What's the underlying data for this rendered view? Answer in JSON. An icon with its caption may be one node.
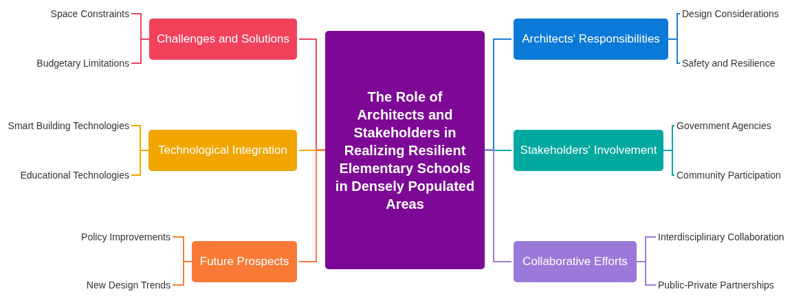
{
  "diagram": {
    "nodes": [
      {
        "text": [
          "The Role of Architects and Stakeholders in Realizing Resilient Elementary Schools in Densely Populated Areas"
        ]
      },
      {
        "text": [
          "Challenges and Solutions"
        ]
      },
      {
        "text": [
          "Space Constraints"
        ]
      },
      {
        "text": [
          "Budgetary Limitations"
        ]
      },
      {
        "text": [
          "Technological Integration"
        ]
      },
      {
        "text": [
          "Smart Building Technologies"
        ]
      },
      {
        "text": [
          "Educational Technologies"
        ]
      },
      {
        "text": [
          "Future Prospects"
        ]
      },
      {
        "text": [
          "Policy Improvements"
        ]
      },
      {
        "text": [
          "New Design Trends"
        ]
      },
      {
        "text": [
          "Architects' Responsibilities"
        ]
      },
      {
        "text": [
          "Design Considerations"
        ]
      },
      {
        "text": [
          "Safety and Resilience"
        ]
      },
      {
        "text": [
          "Stakeholders' Involvement"
        ]
      },
      {
        "text": [
          "Government Agencies"
        ]
      },
      {
        "text": [
          "Community Participation"
        ]
      },
      {
        "text": [
          "Collaborative Efforts"
        ]
      },
      {
        "text": [
          "Interdisciplinary Collaboration"
        ]
      },
      {
        "text": [
          "Public-Private Partnerships"
        ]
      }
    ],
    "edges": [
      {
        "from": 0,
        "to": 1,
        "arrow": "none",
        "color": "#e8435e"
      },
      {
        "from": 0,
        "to": 4,
        "arrow": "none",
        "color": "#f0a500"
      },
      {
        "from": 0,
        "to": 7,
        "arrow": "none",
        "color": "#f77b3a"
      },
      {
        "from": 0,
        "to": 10,
        "arrow": "none",
        "color": "#1a7fd4"
      },
      {
        "from": 0,
        "to": 13,
        "arrow": "none",
        "color": "#0ea7a0"
      },
      {
        "from": 0,
        "to": 16,
        "arrow": "none",
        "color": "#9a7bd6"
      },
      {
        "from": 1,
        "to": 2,
        "arrow": "none",
        "color": "#e8435e"
      },
      {
        "from": 1,
        "to": 3,
        "arrow": "none",
        "color": "#e8435e"
      },
      {
        "from": 4,
        "to": 5,
        "arrow": "none",
        "color": "#f0a500"
      },
      {
        "from": 4,
        "to": 6,
        "arrow": "none",
        "color": "#f0a500"
      },
      {
        "from": 7,
        "to": 8,
        "arrow": "none",
        "color": "#f77b3a"
      },
      {
        "from": 7,
        "to": 9,
        "arrow": "none",
        "color": "#f77b3a"
      },
      {
        "from": 10,
        "to": 11,
        "arrow": "none",
        "color": "#1a7fd4"
      },
      {
        "from": 10,
        "to": 12,
        "arrow": "none",
        "color": "#1a7fd4"
      },
      {
        "from": 13,
        "to": 14,
        "arrow": "none",
        "color": "#0ea7a0"
      },
      {
        "from": 13,
        "to": 15,
        "arrow": "none",
        "color": "#0ea7a0"
      },
      {
        "from": 16,
        "to": 17,
        "arrow": "none",
        "color": "#9a7bd6"
      },
      {
        "from": 16,
        "to": 18,
        "arrow": "none",
        "color": "#9a7bd6"
      }
    ]
  }
}
